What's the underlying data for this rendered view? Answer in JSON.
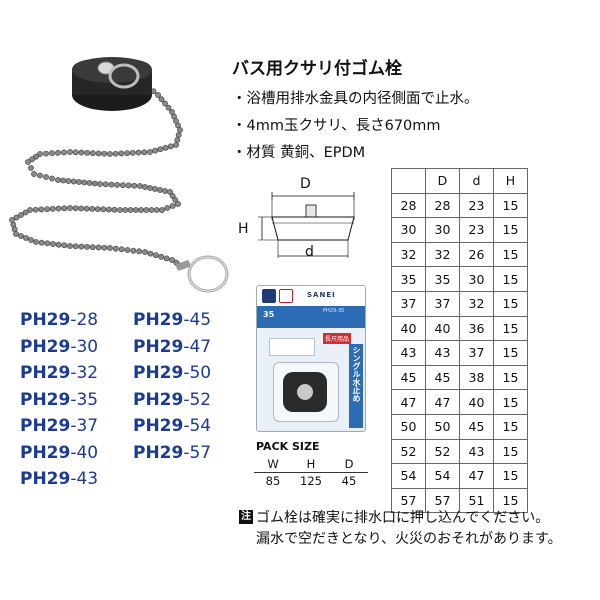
{
  "title": "バス用クサリ付ゴム栓",
  "specs": [
    "・浴槽用排水金具の内径側面で止水。",
    "・4mm玉クサリ、長さ670mm",
    "・材質 黄銅、EPDM"
  ],
  "diagram": {
    "label_D": "D",
    "label_H": "H",
    "label_d": "d"
  },
  "package": {
    "brand": "SANEI",
    "size_label": "35",
    "code": "PH29-35",
    "tag": "長尺用品",
    "vertical_text": "シングル水止め"
  },
  "pack_size": {
    "title": "PACK SIZE",
    "headers": [
      "W",
      "H",
      "D"
    ],
    "values": [
      "85",
      "125",
      "45"
    ]
  },
  "models": {
    "prefix": "PH29",
    "left": [
      "-28",
      "-30",
      "-32",
      "-35",
      "-37",
      "-40",
      "-43"
    ],
    "right": [
      "-45",
      "-47",
      "-50",
      "-52",
      "-54",
      "-57"
    ]
  },
  "size_table": {
    "headers": [
      "",
      "D",
      "d",
      "H"
    ],
    "rows": [
      [
        "28",
        "28",
        "23",
        "15"
      ],
      [
        "30",
        "30",
        "23",
        "15"
      ],
      [
        "32",
        "32",
        "26",
        "15"
      ],
      [
        "35",
        "35",
        "30",
        "15"
      ],
      [
        "37",
        "37",
        "32",
        "15"
      ],
      [
        "40",
        "40",
        "36",
        "15"
      ],
      [
        "43",
        "43",
        "37",
        "15"
      ],
      [
        "45",
        "45",
        "38",
        "15"
      ],
      [
        "47",
        "47",
        "40",
        "15"
      ],
      [
        "50",
        "50",
        "45",
        "15"
      ],
      [
        "52",
        "52",
        "43",
        "15"
      ],
      [
        "54",
        "54",
        "47",
        "15"
      ],
      [
        "57",
        "57",
        "51",
        "15"
      ]
    ]
  },
  "note": {
    "mark": "注",
    "line1": "ゴム栓は確実に排水口に押し込んでください。",
    "line2": "漏水で空だきとなり、火災のおそれがあります。"
  },
  "colors": {
    "model_blue": "#1a3a96",
    "pack_blue": "#2b6cb5"
  }
}
